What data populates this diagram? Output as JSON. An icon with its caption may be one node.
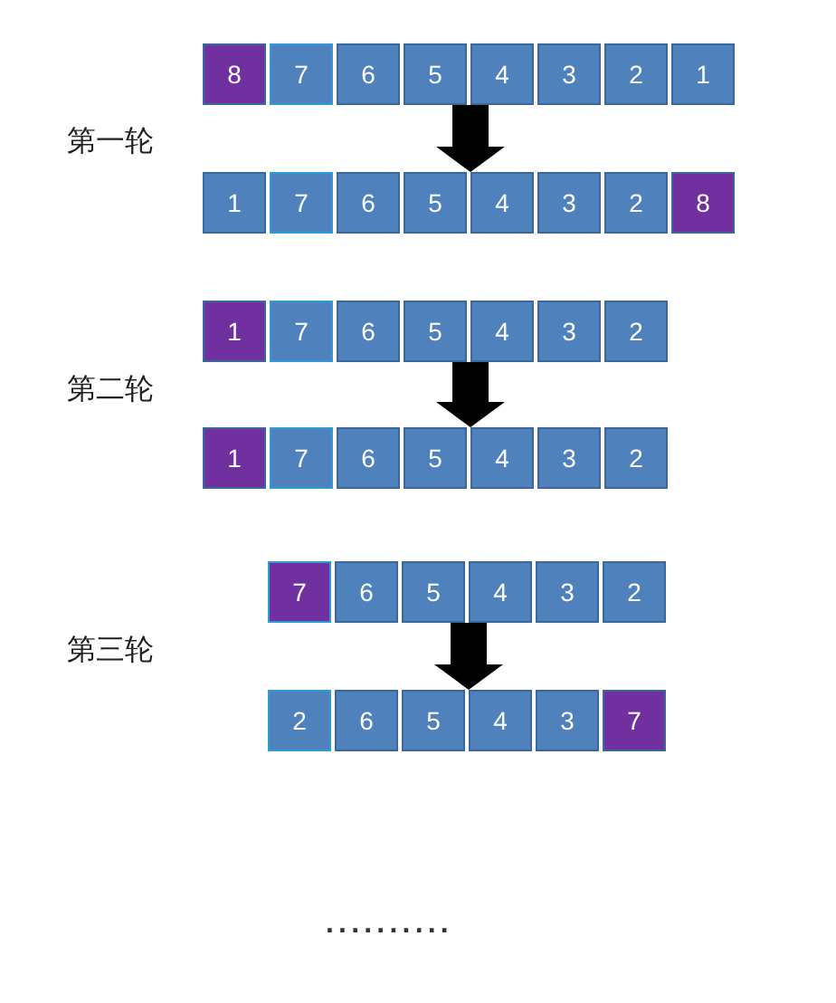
{
  "diagram": {
    "nodes": [
      {
        "text": [
          "8"
        ]
      },
      {
        "text": [
          "7"
        ]
      },
      {
        "text": [
          "6"
        ]
      },
      {
        "text": [
          "5"
        ]
      },
      {
        "text": [
          "4"
        ]
      },
      {
        "text": [
          "3"
        ]
      },
      {
        "text": [
          "2"
        ]
      },
      {
        "text": [
          "1"
        ]
      },
      {
        "text": [
          "1"
        ]
      },
      {
        "text": [
          "7"
        ]
      },
      {
        "text": [
          "6"
        ]
      },
      {
        "text": [
          "5"
        ]
      },
      {
        "text": [
          "4"
        ]
      },
      {
        "text": [
          "3"
        ]
      },
      {
        "text": [
          "2"
        ]
      },
      {
        "text": [
          "8"
        ]
      },
      {
        "text": [
          "1"
        ]
      },
      {
        "text": [
          "7"
        ]
      },
      {
        "text": [
          "6"
        ]
      },
      {
        "text": [
          "5"
        ]
      },
      {
        "text": [
          "4"
        ]
      },
      {
        "text": [
          "3"
        ]
      },
      {
        "text": [
          "2"
        ]
      },
      {
        "text": [
          "1"
        ]
      },
      {
        "text": [
          "7"
        ]
      },
      {
        "text": [
          "6"
        ]
      },
      {
        "text": [
          "5"
        ]
      },
      {
        "text": [
          "4"
        ]
      },
      {
        "text": [
          "3"
        ]
      },
      {
        "text": [
          "2"
        ]
      },
      {
        "text": [
          "7"
        ]
      },
      {
        "text": [
          "6"
        ]
      },
      {
        "text": [
          "5"
        ]
      },
      {
        "text": [
          "4"
        ]
      },
      {
        "text": [
          "3"
        ]
      },
      {
        "text": [
          "2"
        ]
      },
      {
        "text": [
          "2"
        ]
      },
      {
        "text": [
          "6"
        ]
      },
      {
        "text": [
          "5"
        ]
      },
      {
        "text": [
          "4"
        ]
      },
      {
        "text": [
          "3"
        ]
      },
      {
        "text": [
          "7"
        ]
      }
    ],
    "edges": [
      {
        "from": 4,
        "to": 12,
        "arrow": "to"
      },
      {
        "from": 20,
        "to": 27,
        "arrow": "to"
      },
      {
        "from": 33,
        "to": 39,
        "arrow": "to"
      }
    ],
    "labels": [
      "第一轮",
      "第二轮",
      "第三轮",
      ".........."
    ]
  }
}
